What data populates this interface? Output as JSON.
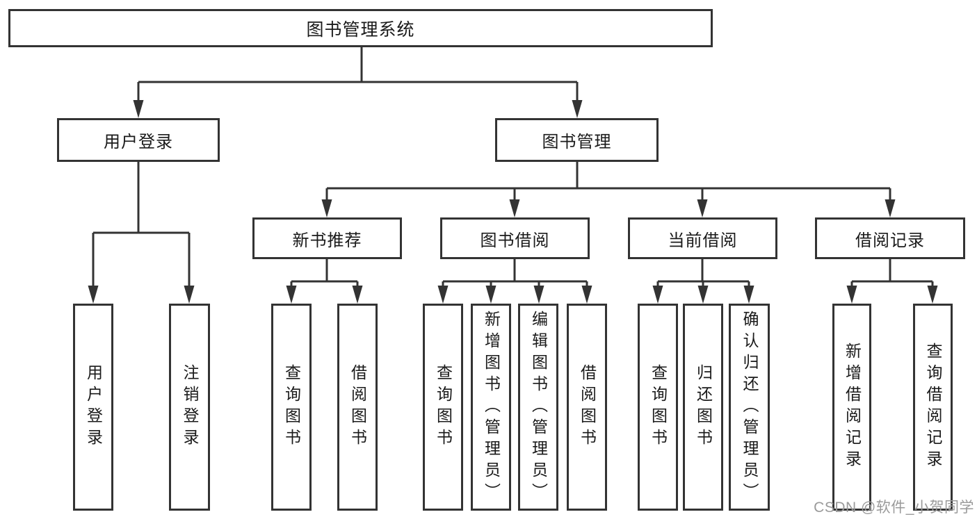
{
  "tree": {
    "root": {
      "label": "图书管理系统"
    },
    "branches": [
      {
        "label": "用户登录",
        "children": [
          {
            "label": "用户登录"
          },
          {
            "label": "注销登录"
          }
        ]
      },
      {
        "label": "图书管理",
        "children": [
          {
            "label": "新书推荐",
            "children": [
              {
                "label": "查询图书"
              },
              {
                "label": "借阅图书"
              }
            ]
          },
          {
            "label": "图书借阅",
            "children": [
              {
                "label": "查询图书"
              },
              {
                "label": "新增图书（管理员）"
              },
              {
                "label": "编辑图书（管理员）"
              },
              {
                "label": "借阅图书"
              }
            ]
          },
          {
            "label": "当前借阅",
            "children": [
              {
                "label": "查询图书"
              },
              {
                "label": "归还图书"
              },
              {
                "label": "确认归还（管理员）"
              }
            ]
          },
          {
            "label": "借阅记录",
            "children": [
              {
                "label": "新增借阅记录"
              },
              {
                "label": "查询借阅记录"
              }
            ]
          }
        ]
      }
    ]
  },
  "watermark": {
    "text": "CSDN @软件_小贺同学"
  },
  "colors": {
    "line": "#333333",
    "border": "#333333",
    "text": "#1a1a1a",
    "watermark": "#9a9a9a",
    "background": "#ffffff"
  }
}
